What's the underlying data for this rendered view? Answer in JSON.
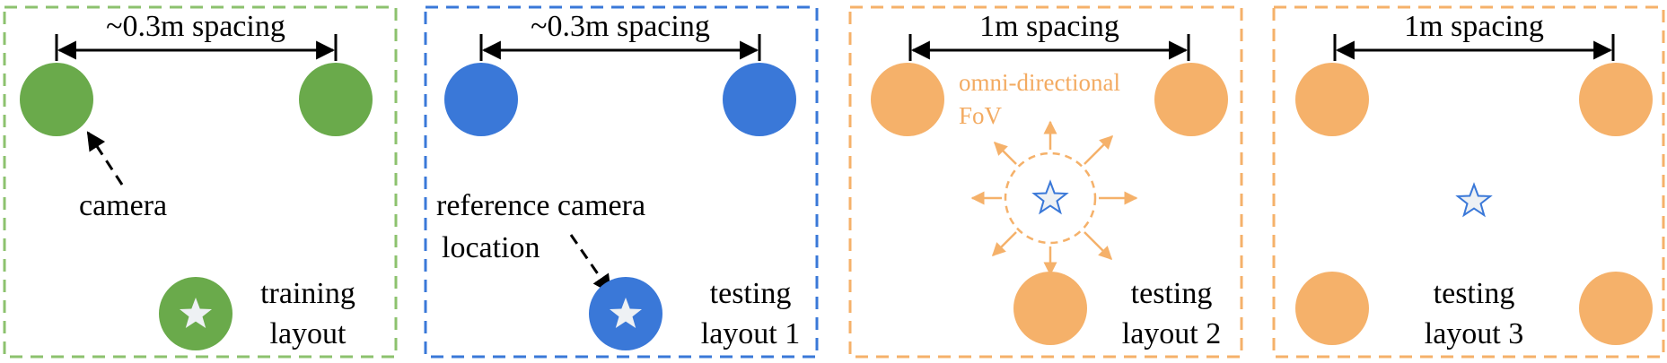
{
  "colors": {
    "green": "#6aaa4b",
    "green_border": "#8cc26e",
    "blue": "#3a78d8",
    "blue_border": "#3a78d8",
    "orange": "#f5b16a",
    "orange_text": "#f3ab62",
    "star_fill": "#eef1f4",
    "star_stroke_blue": "#3a78d8",
    "text": "#000000"
  },
  "panels": [
    {
      "spacing_label": "~0.3m spacing",
      "camera_label": "camera",
      "layout_label_line1": "training",
      "layout_label_line2": "layout"
    },
    {
      "spacing_label": "~0.3m spacing",
      "reference_label_line1": "reference camera",
      "reference_label_line2": "location",
      "layout_label_line1": "testing",
      "layout_label_line2": "layout 1"
    },
    {
      "spacing_label": "1m spacing",
      "fov_label_line1": "omni-directional",
      "fov_label_line2": "FoV",
      "layout_label_line1": "testing",
      "layout_label_line2": "layout 2"
    },
    {
      "spacing_label": "1m spacing",
      "layout_label_line1": "testing",
      "layout_label_line2": "layout 3"
    }
  ]
}
